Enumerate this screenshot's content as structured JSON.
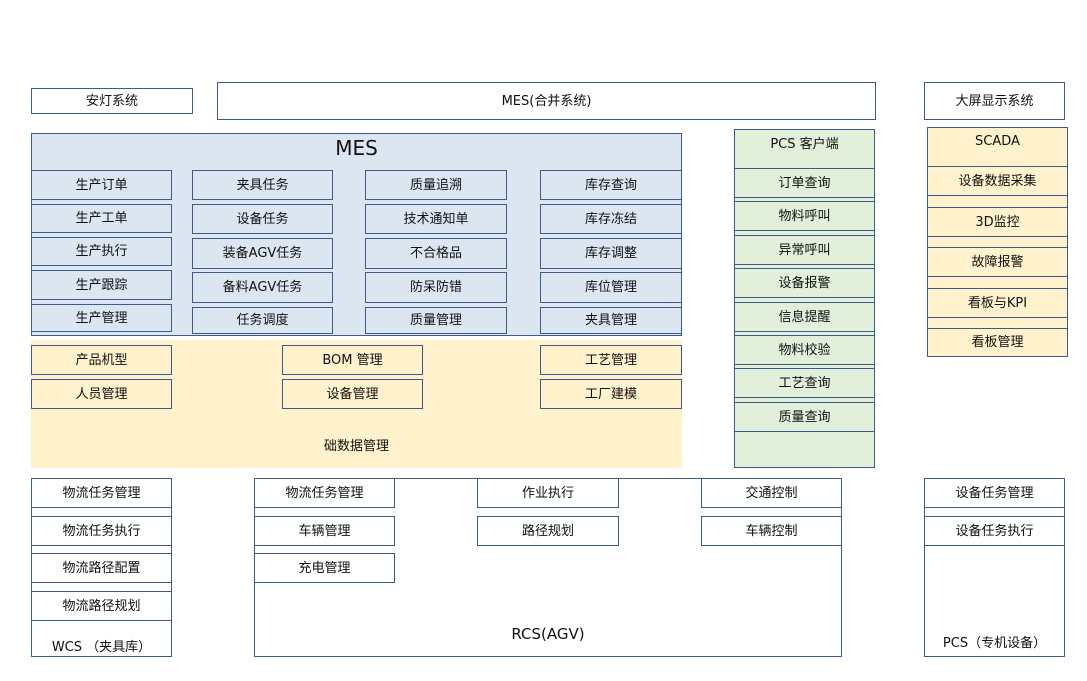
{
  "top": {
    "andon": "安灯系统",
    "mes_merge": "MES(合并系统)",
    "big_screen": "大屏显示系统"
  },
  "mes": {
    "title": "MES",
    "col1": [
      "生产订单",
      "生产工单",
      "生产执行",
      "生产跟踪",
      "生产管理"
    ],
    "col2": [
      "夹具任务",
      "设备任务",
      "装备AGV任务",
      "备料AGV任务",
      "任务调度"
    ],
    "col3": [
      "质量追溯",
      "技术通知单",
      "不合格品",
      "防呆防错",
      "质量管理"
    ],
    "col4": [
      "库存查询",
      "库存冻结",
      "库存调整",
      "库位管理",
      "夹具管理"
    ]
  },
  "base": {
    "title": "础数据管理",
    "items": [
      "产品机型",
      "人员管理",
      "BOM 管理",
      "设备管理",
      "工艺管理",
      "工厂建模"
    ]
  },
  "pcs_client": {
    "title": "PCS 客户端",
    "items": [
      "订单查询",
      "物料呼叫",
      "异常呼叫",
      "设备报警",
      "信息提醒",
      "物料校验",
      "工艺查询",
      "质量查询"
    ]
  },
  "scada": {
    "title": "SCADA",
    "items": [
      "设备数据采集",
      "3D监控",
      "故障报警",
      "看板与KPI",
      "看板管理"
    ]
  },
  "wcs": {
    "title": "WCS （夹具库）",
    "items": [
      "物流任务管理",
      "物流任务执行",
      "物流路径配置",
      "物流路径规划"
    ]
  },
  "rcs": {
    "title": "RCS(AGV)",
    "items": [
      "物流任务管理",
      "车辆管理",
      "充电管理",
      "作业执行",
      "路径规划",
      "交通控制",
      "车辆控制"
    ]
  },
  "pcs_dedicated": {
    "title": "PCS（专机设备）",
    "items": [
      "设备任务管理",
      "设备任务执行"
    ]
  }
}
